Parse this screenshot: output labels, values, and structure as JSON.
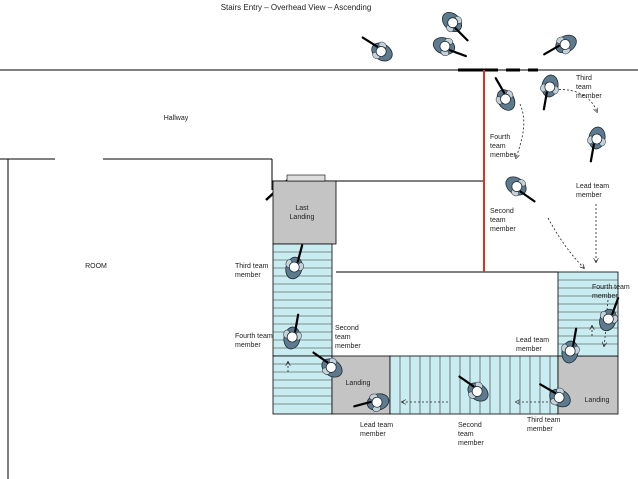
{
  "title": "Stairs Entry – Overhead View – Ascending",
  "areas": {
    "hallway": "Hallway",
    "room": "ROOM",
    "last_landing_line1": "Last",
    "last_landing_line2": "Landing",
    "landing_mid": "Landing",
    "landing_right": "Landing"
  },
  "labels": {
    "third_top_1": "Third",
    "third_top_2": "team",
    "third_top_3": "member",
    "fourth_top_1": "Fourth",
    "fourth_top_2": "team",
    "fourth_top_3": "member",
    "lead_top_1": "Lead team",
    "lead_top_2": "member",
    "second_top_1": "Second",
    "second_top_2": "team",
    "second_top_3": "member",
    "third_left_1": "Third team",
    "third_left_2": "member",
    "fourth_left_1": "Fourth team",
    "fourth_left_2": "member",
    "second_left_1": "Second",
    "second_left_2": "team",
    "second_left_3": "member",
    "lead_bottom_1": "Lead team",
    "lead_bottom_2": "member",
    "second_bottom_1": "Second",
    "second_bottom_2": "team",
    "second_bottom_3": "member",
    "third_bottom_1": "Third team",
    "third_bottom_2": "member",
    "lead_right_1": "Lead team",
    "lead_right_2": "member",
    "fourth_right_1": "Fourth team",
    "fourth_right_2": "member"
  },
  "colors": {
    "stair_fill": "#c9ecf0",
    "landing_fill": "#c4c4c4",
    "breach_line": "#e0301e",
    "operator_body": "#5e7a8e",
    "operator_head": "#ffffff"
  }
}
